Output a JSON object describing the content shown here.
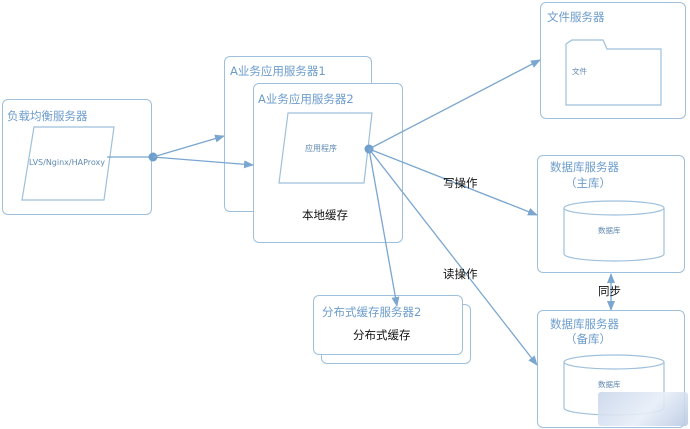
{
  "colors": {
    "stroke": "#9ec0dc",
    "line": "#7aa6cf",
    "title": "#6c9ccc",
    "text": "#111111"
  },
  "load_balancer": {
    "title": "负载均衡服务器",
    "software": "LVS/Nginx/HAProxy"
  },
  "app_server_1": {
    "title": "A业务应用服务器1"
  },
  "app_server_2": {
    "title": "A业务应用服务器2",
    "program": "应用程序",
    "local_cache": "本地缓存"
  },
  "file_server": {
    "title": "文件服务器",
    "folder_label": "文件"
  },
  "db_master": {
    "title_line1": "数据库服务器",
    "title_line2": "（主库）",
    "db_label": "数据库"
  },
  "db_slave": {
    "title_line1": "数据库服务器",
    "title_line2": "（备库）",
    "db_label": "数据库"
  },
  "cache_server": {
    "title": "分布式缓存服务器2",
    "cache_label": "分布式缓存"
  },
  "edges": {
    "write": "写操作",
    "read": "读操作",
    "sync": "同步"
  },
  "watermark": {
    "icon": "logo-watermark-icon"
  }
}
